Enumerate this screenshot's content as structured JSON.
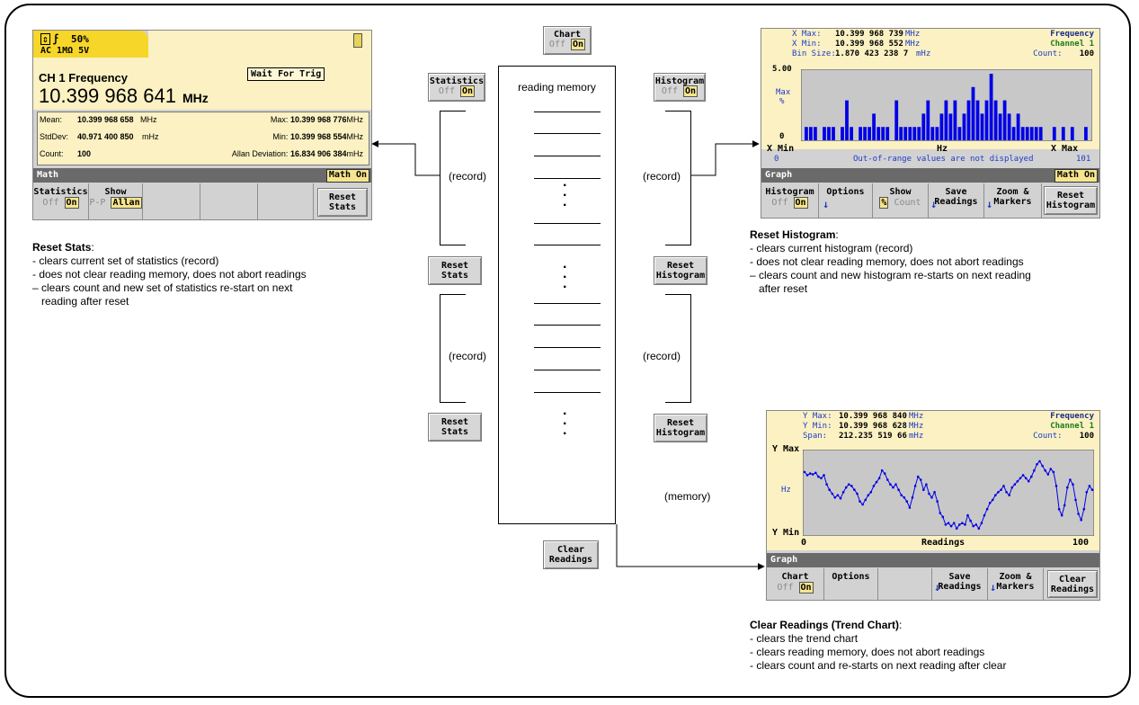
{
  "stats_screen": {
    "status_pct": "50%",
    "status_input": "AC 1MΩ  5V",
    "channel_title": "CH 1 Frequency",
    "wait_label": "Wait For Trig",
    "reading_value": "10.399 968 641",
    "reading_unit": "MHz",
    "mean_label": "Mean:",
    "mean_value": "10.399 968 658",
    "mean_unit": "MHz",
    "max_label": "Max:",
    "max_value": "10.399 968 776",
    "max_unit": "MHz",
    "stddev_label": "StdDev:",
    "stddev_value": "40.971 400 850",
    "stddev_unit": "mHz",
    "min_label": "Min:",
    "min_value": "10.399 968 554",
    "min_unit": "MHz",
    "count_label": "Count:",
    "count_value": "100",
    "allan_label": "Allan Deviation:",
    "allan_value": "16.834 906 384",
    "allan_unit": "mHz",
    "menu_title": "Math",
    "math_on": "Math On",
    "softkeys": {
      "statistics": "Statistics",
      "statistics_off": "Off",
      "statistics_on": "On",
      "show": "Show",
      "show_pp": "P-P",
      "show_allan": "Allan",
      "reset_1": "Reset",
      "reset_2": "Stats"
    }
  },
  "stats_desc": {
    "title": "Reset Stats",
    "colon": ":",
    "lines": [
      "- clears current set of statistics (record)",
      "- does not clear reading memory, does not abort readings",
      "– clears count and new set of statistics re-start on next",
      "   reading after reset"
    ]
  },
  "center": {
    "chart_label": "Chart",
    "chart_off": "Off",
    "chart_on": "On",
    "statistics_label": "Statistics",
    "statistics_off": "Off",
    "statistics_on": "On",
    "histogram_label": "Histogram",
    "histogram_off": "Off",
    "histogram_on": "On",
    "memory_title": "reading memory",
    "record": "(record)",
    "memory": "(memory)",
    "reset_stats_1": "Reset",
    "reset_stats_2": "Stats",
    "reset_hist_1": "Reset",
    "reset_hist_2": "Histogram",
    "clear_1": "Clear",
    "clear_2": "Readings"
  },
  "hist_screen": {
    "xmax_label": "X Max:",
    "xmax_value": "10.399 968 739",
    "xmax_unit": "MHz",
    "xmin_label": "X Min:",
    "xmin_value": "10.399 968 552",
    "xmin_unit": "MHz",
    "bin_label": "Bin Size:",
    "bin_value": "1.870 423 238 7",
    "bin_unit": "mHz",
    "frequency": "Frequency",
    "channel": "Channel 1",
    "count_label": "Count:",
    "count_value": "100",
    "y_top": "5.00",
    "y_mid_1": "Max",
    "y_mid_2": "%",
    "y_zero": "0",
    "x_min": "X Min",
    "x_unit": "Hz",
    "x_max": "X Max",
    "x_start": "0",
    "x_end": "101",
    "out_of_range": "Out-of-range values are not displayed",
    "bar_values": [
      1,
      1,
      1,
      0,
      1,
      1,
      1,
      0,
      1,
      3,
      1,
      0,
      1,
      1,
      1,
      2,
      1,
      1,
      1,
      0,
      3,
      1,
      1,
      1,
      1,
      1,
      2,
      3,
      1,
      1,
      2,
      3,
      2,
      3,
      1,
      2,
      3,
      4,
      3,
      2,
      3,
      5,
      3,
      2,
      3,
      2,
      1,
      2,
      1,
      1,
      1,
      1,
      1,
      0,
      0,
      1,
      0,
      1,
      0,
      1,
      0,
      0,
      1
    ],
    "menu_title": "Graph",
    "math_on": "Math On",
    "softkeys": {
      "histogram": "Histogram",
      "histogram_off": "Off",
      "histogram_on": "On",
      "options": "Options",
      "show": "Show",
      "show_pct": "%",
      "show_count": "Count",
      "save_1": "Save",
      "save_2": "Readings",
      "zoom_1": "Zoom &",
      "zoom_2": "Markers",
      "reset_1": "Reset",
      "reset_2": "Histogram"
    }
  },
  "hist_desc": {
    "title": "Reset Histogram",
    "colon": ":",
    "lines": [
      "- clears current histogram (record)",
      "- does not clear reading memory, does not abort readings",
      "– clears count and new histogram re-starts on next reading",
      "   after reset"
    ]
  },
  "trend_screen": {
    "ymax_label": "Y Max:",
    "ymax_value": "10.399 968 840",
    "ymax_unit": "MHz",
    "ymin_label": "Y Min:",
    "ymin_value": "10.399 968 628",
    "ymin_unit": "MHz",
    "span_label": "Span:",
    "span_value": "212.235 519 66",
    "span_unit": "mHz",
    "frequency": "Frequency",
    "channel": "Channel 1",
    "count_label": "Count:",
    "count_value": "100",
    "y_max": "Y Max",
    "y_mid": "Hz",
    "y_min": "Y Min",
    "x_start": "0",
    "x_label": "Readings",
    "x_end": "100",
    "trend_values": [
      0.78,
      0.74,
      0.76,
      0.75,
      0.77,
      0.72,
      0.7,
      0.74,
      0.62,
      0.55,
      0.5,
      0.45,
      0.48,
      0.44,
      0.52,
      0.58,
      0.62,
      0.6,
      0.55,
      0.5,
      0.4,
      0.36,
      0.42,
      0.48,
      0.52,
      0.6,
      0.65,
      0.7,
      0.8,
      0.76,
      0.68,
      0.62,
      0.58,
      0.62,
      0.55,
      0.48,
      0.45,
      0.4,
      0.32,
      0.45,
      0.6,
      0.72,
      0.68,
      0.55,
      0.62,
      0.5,
      0.45,
      0.52,
      0.4,
      0.25,
      0.2,
      0.1,
      0.12,
      0.08,
      0.12,
      0.05,
      0.1,
      0.12,
      0.1,
      0.22,
      0.15,
      0.08,
      0.1,
      0.05,
      0.12,
      0.22,
      0.3,
      0.38,
      0.42,
      0.48,
      0.52,
      0.55,
      0.6,
      0.52,
      0.48,
      0.58,
      0.62,
      0.66,
      0.7,
      0.74,
      0.7,
      0.66,
      0.72,
      0.8,
      0.88,
      0.92,
      0.86,
      0.8,
      0.75,
      0.82,
      0.78,
      0.6,
      0.3,
      0.22,
      0.35,
      0.58,
      0.68,
      0.62,
      0.42,
      0.24,
      0.16,
      0.3,
      0.52,
      0.6,
      0.55
    ],
    "menu_title": "Graph",
    "softkeys": {
      "chart": "Chart",
      "chart_off": "Off",
      "chart_on": "On",
      "options": "Options",
      "save_1": "Save",
      "save_2": "Readings",
      "zoom_1": "Zoom &",
      "zoom_2": "Markers",
      "clear_1": "Clear",
      "clear_2": "Readings"
    }
  },
  "clear_desc": {
    "title": "Clear Readings (Trend Chart)",
    "colon": ":",
    "lines": [
      "- clears the trend chart",
      "- clears reading memory, does not abort readings",
      "- clears count and re-starts on next reading after clear"
    ]
  },
  "colors": {
    "screen_bg": "#fbf1c2",
    "plot_bg": "#c8c8c8",
    "bar_blue": "#0000e6",
    "status_yellow": "#f6d629",
    "accent_blue": "#1e3cc8",
    "label_green": "#1a7a1a"
  }
}
